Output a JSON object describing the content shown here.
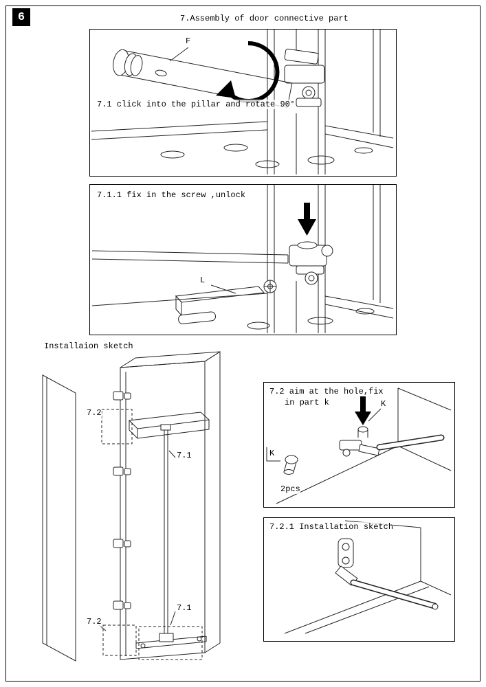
{
  "page": {
    "number": "6",
    "title": "7.Assembly of door connective part"
  },
  "step1": {
    "caption": "7.1 click into the pillar and rotate 90°",
    "label_f": "F"
  },
  "step2": {
    "caption": "7.1.1 fix in the screw ,unlock",
    "label_l": "L"
  },
  "sketch": {
    "title": "Installaion sketch",
    "labels": {
      "top_72": "7.2",
      "top_71": "7.1",
      "bottom_71": "7.1",
      "bottom_72": "7.2"
    }
  },
  "step3": {
    "caption_line1": "7.2 aim at the hole,fix",
    "caption_line2": "in part k",
    "label_k_pointer": "K",
    "label_k_part": "K",
    "quantity": "2pcs"
  },
  "step4": {
    "caption": "7.2.1 Installation sketch"
  }
}
